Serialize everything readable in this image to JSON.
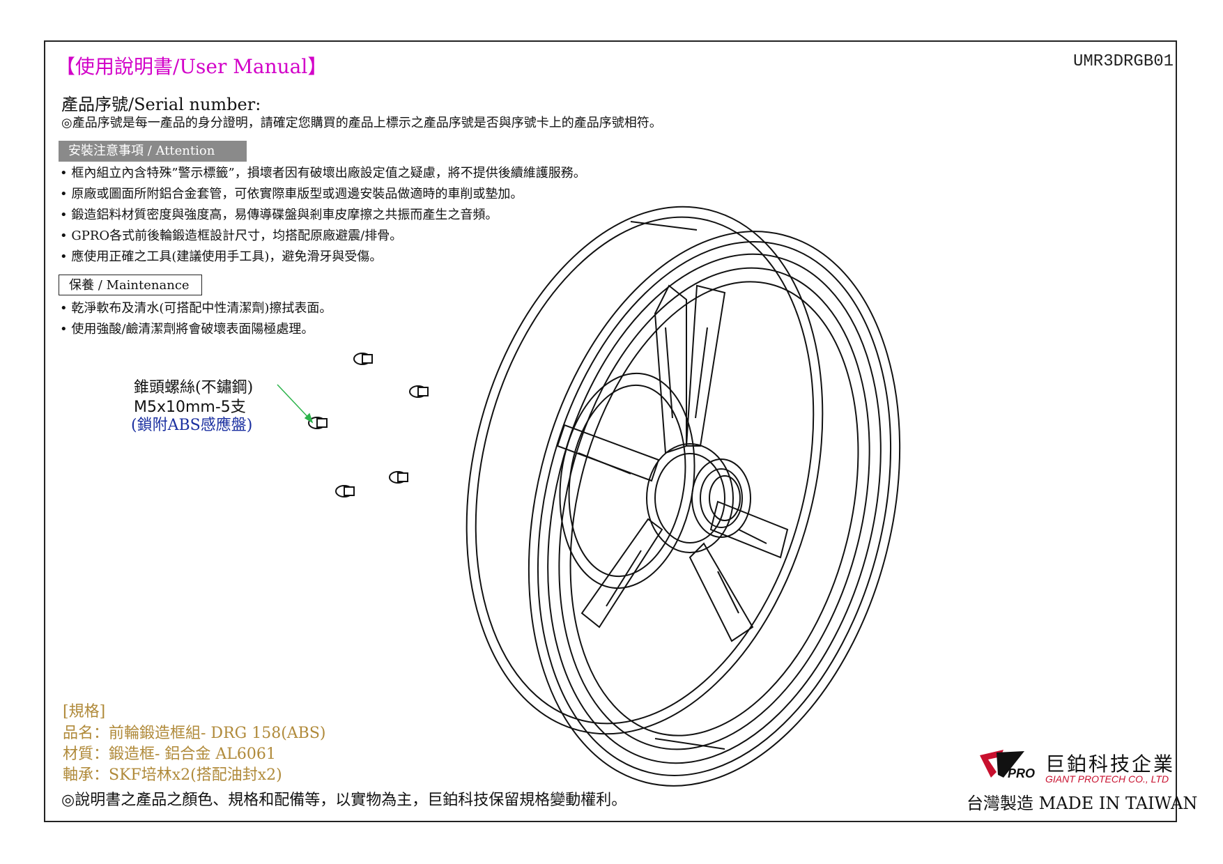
{
  "header": {
    "title": "【使用說明書/User Manual】",
    "doc_id": "UMR3DRGB01"
  },
  "serial": {
    "label": "產品序號/Serial number:",
    "note": "◎產品序號是每一產品的身分證明，請確定您購買的產品上標示之產品序號是否與序號卡上的產品序號相符。"
  },
  "attention": {
    "heading": "安裝注意事項 / Attention",
    "items": [
      "• 框內組立內含特殊”警示標籤”，損壞者因有破壞出廠設定值之疑慮，將不提供後續維護服務。",
      "• 原廠或圖面所附鋁合金套管，可依實際車版型或週邊安裝品做適時的車削或墊加。",
      "• 鍛造鋁料材質密度與強度高，易傳導碟盤與剎車皮摩擦之共振而產生之音頻。",
      "• GPRO各式前後輪鍛造框設計尺寸，均搭配原廠避震/排骨。",
      "• 應使用正確之工具(建議使用手工具)，避免滑牙與受傷。"
    ]
  },
  "maintenance": {
    "heading": "保養 / Maintenance",
    "items": [
      "• 乾淨軟布及清水(可搭配中性清潔劑)擦拭表面。",
      "• 使用強酸/鹼清潔劑將會破壞表面陽極處理。"
    ]
  },
  "screw_callout": {
    "line1": "錐頭螺絲(不鏽鋼)",
    "line2": "M5x10mm-5支",
    "line3": "(鎖附ABS感應盤)"
  },
  "specs": {
    "heading": "[規格]",
    "name": "品名：前輪鍛造框組- DRG 158(ABS)",
    "material": "材質：鍛造框- 鋁合金 AL6061",
    "bearing": "軸承：SKF培林x2(搭配油封x2)"
  },
  "footer": {
    "note": "◎說明書之產品之顏色、規格和配備等，以實物為主，巨鉑科技保留規格變動權利。",
    "company_cn": "巨鉑科技企業",
    "company_en": "GIANT PROTECH CO., LTD",
    "made_in": "台灣製造 MADE IN TAIWAN",
    "logo_text": "PRO"
  },
  "colors": {
    "title": "#d200c8",
    "spec": "#b08a3a",
    "callout_blue": "#1a2fa0",
    "arrow_green": "#2bb34a",
    "brand_red": "#c8102e"
  }
}
